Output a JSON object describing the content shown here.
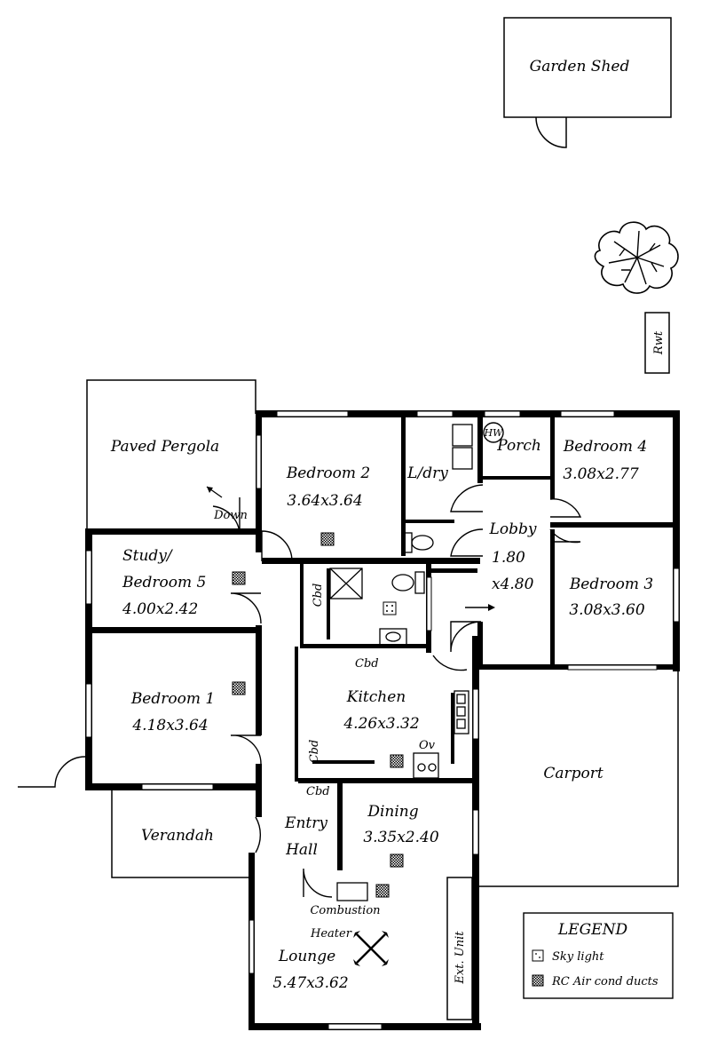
{
  "outbuildings": {
    "garden_shed": "Garden Shed",
    "rwt": "Rwt"
  },
  "rooms": {
    "paved_pergola": "Paved Pergola",
    "down": "Down",
    "bedroom2": {
      "name": "Bedroom 2",
      "size": "3.64x3.64"
    },
    "laundry": "L/dry",
    "hw": "HW",
    "porch": "Porch",
    "bedroom4": {
      "name": "Bedroom 4",
      "size": "3.08x2.77"
    },
    "lobby": {
      "name": "Lobby",
      "size1": "1.80",
      "size2": "x4.80"
    },
    "bedroom3": {
      "name": "Bedroom 3",
      "size": "3.08x3.60"
    },
    "study": {
      "name1": "Study/",
      "name2": "Bedroom 5",
      "size": "4.00x2.42"
    },
    "bedroom1": {
      "name": "Bedroom 1",
      "size": "4.18x3.64"
    },
    "kitchen": {
      "name": "Kitchen",
      "size": "4.26x3.32"
    },
    "cbd": "Cbd",
    "ov": "Ov",
    "carport": "Carport",
    "verandah": "Verandah",
    "entry_hall": {
      "line1": "Entry",
      "line2": "Hall"
    },
    "dining": {
      "name": "Dining",
      "size": "3.35x2.40"
    },
    "combustion_heater": {
      "line1": "Combustion",
      "line2": "Heater"
    },
    "lounge": {
      "name": "Lounge",
      "size": "5.47x3.62"
    },
    "ext_unit": "Ext. Unit"
  },
  "legend": {
    "title": "LEGEND",
    "items": [
      {
        "icon": "skylight-icon",
        "label": "Sky light"
      },
      {
        "icon": "aircon-duct-icon",
        "label": "RC Air cond ducts"
      }
    ]
  }
}
